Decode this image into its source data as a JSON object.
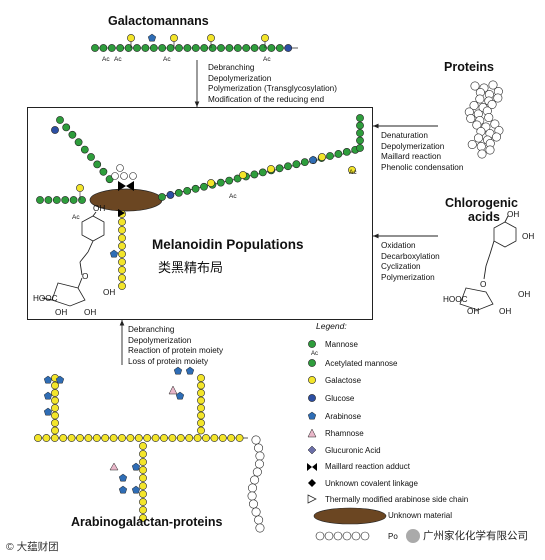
{
  "titles": {
    "galactomannans": "Galactomannans",
    "proteins": "Proteins",
    "chlorogenic": "Chlorogenic",
    "acids": "acids",
    "melanoidin": "Melanoidin Populations",
    "chinese_caption": "类黑精布局",
    "agp": "Arabinogalactan-proteins"
  },
  "processes": {
    "galactomannans": [
      "Debranching",
      "Depolymerization",
      "Polymerization (Transglycosylation)",
      "Modification of the reducing end"
    ],
    "proteins": [
      "Denaturation",
      "Depolymerization",
      "Maillard reaction",
      "Phenolic condensation"
    ],
    "chlorogenic": [
      "Oxidation",
      "Decarboxylation",
      "Cyclization",
      "Polymerization"
    ],
    "agp": [
      "Debranching",
      "Depolymerization",
      "Reaction of protein moiety",
      "Loss of protein moiety"
    ]
  },
  "chem": {
    "oh": "OH",
    "hooc": "HOOC",
    "o": "O",
    "ac": "Ac"
  },
  "legend": {
    "title": "Legend:",
    "items": [
      {
        "key": "mannose",
        "label": "Mannose",
        "icon": "green-circle",
        "color": "#2e9d3c"
      },
      {
        "key": "acetylated",
        "label": "Acetylated mannose",
        "icon": "green-circle-ac",
        "color": "#2e9d3c"
      },
      {
        "key": "galactose",
        "label": "Galactose",
        "icon": "yellow-circle",
        "color": "#f3e52a"
      },
      {
        "key": "glucose",
        "label": "Glucose",
        "icon": "blue-circle",
        "color": "#2c4fa3"
      },
      {
        "key": "arabinose",
        "label": "Arabinose",
        "icon": "blue-pentagon",
        "color": "#2f6db5"
      },
      {
        "key": "rhamnose",
        "label": "Rhamnose",
        "icon": "pink-triangle",
        "color": "#e9b7c9"
      },
      {
        "key": "glucuronic",
        "label": "Glucuronic Acid",
        "icon": "half-diamond",
        "color": "#6b6fa8"
      },
      {
        "key": "maillard",
        "label": "Maillard reaction adduct",
        "icon": "bowtie",
        "color": "#000000"
      },
      {
        "key": "covalent",
        "label": "Unknown covalent linkage",
        "icon": "black-diamond",
        "color": "#000000"
      },
      {
        "key": "thermal",
        "label": "Thermally modified arabinose side chain",
        "icon": "outline-triangle",
        "color": "#ffffff"
      },
      {
        "key": "unknown",
        "label": "Unknown material",
        "icon": "brown-ellipse",
        "color": "#6b4622"
      },
      {
        "key": "poly",
        "label": "Po",
        "icon": "white-circles",
        "color": "#ffffff"
      }
    ]
  },
  "watermarks": {
    "left": "© 大蕴财团",
    "right": "广州家化化学有限公司"
  },
  "colors": {
    "mannose": "#2e9d3c",
    "galactose": "#f3e52a",
    "glucose": "#2c4fa3",
    "arabinose": "#2f6db5",
    "unknown": "#6b4622"
  }
}
